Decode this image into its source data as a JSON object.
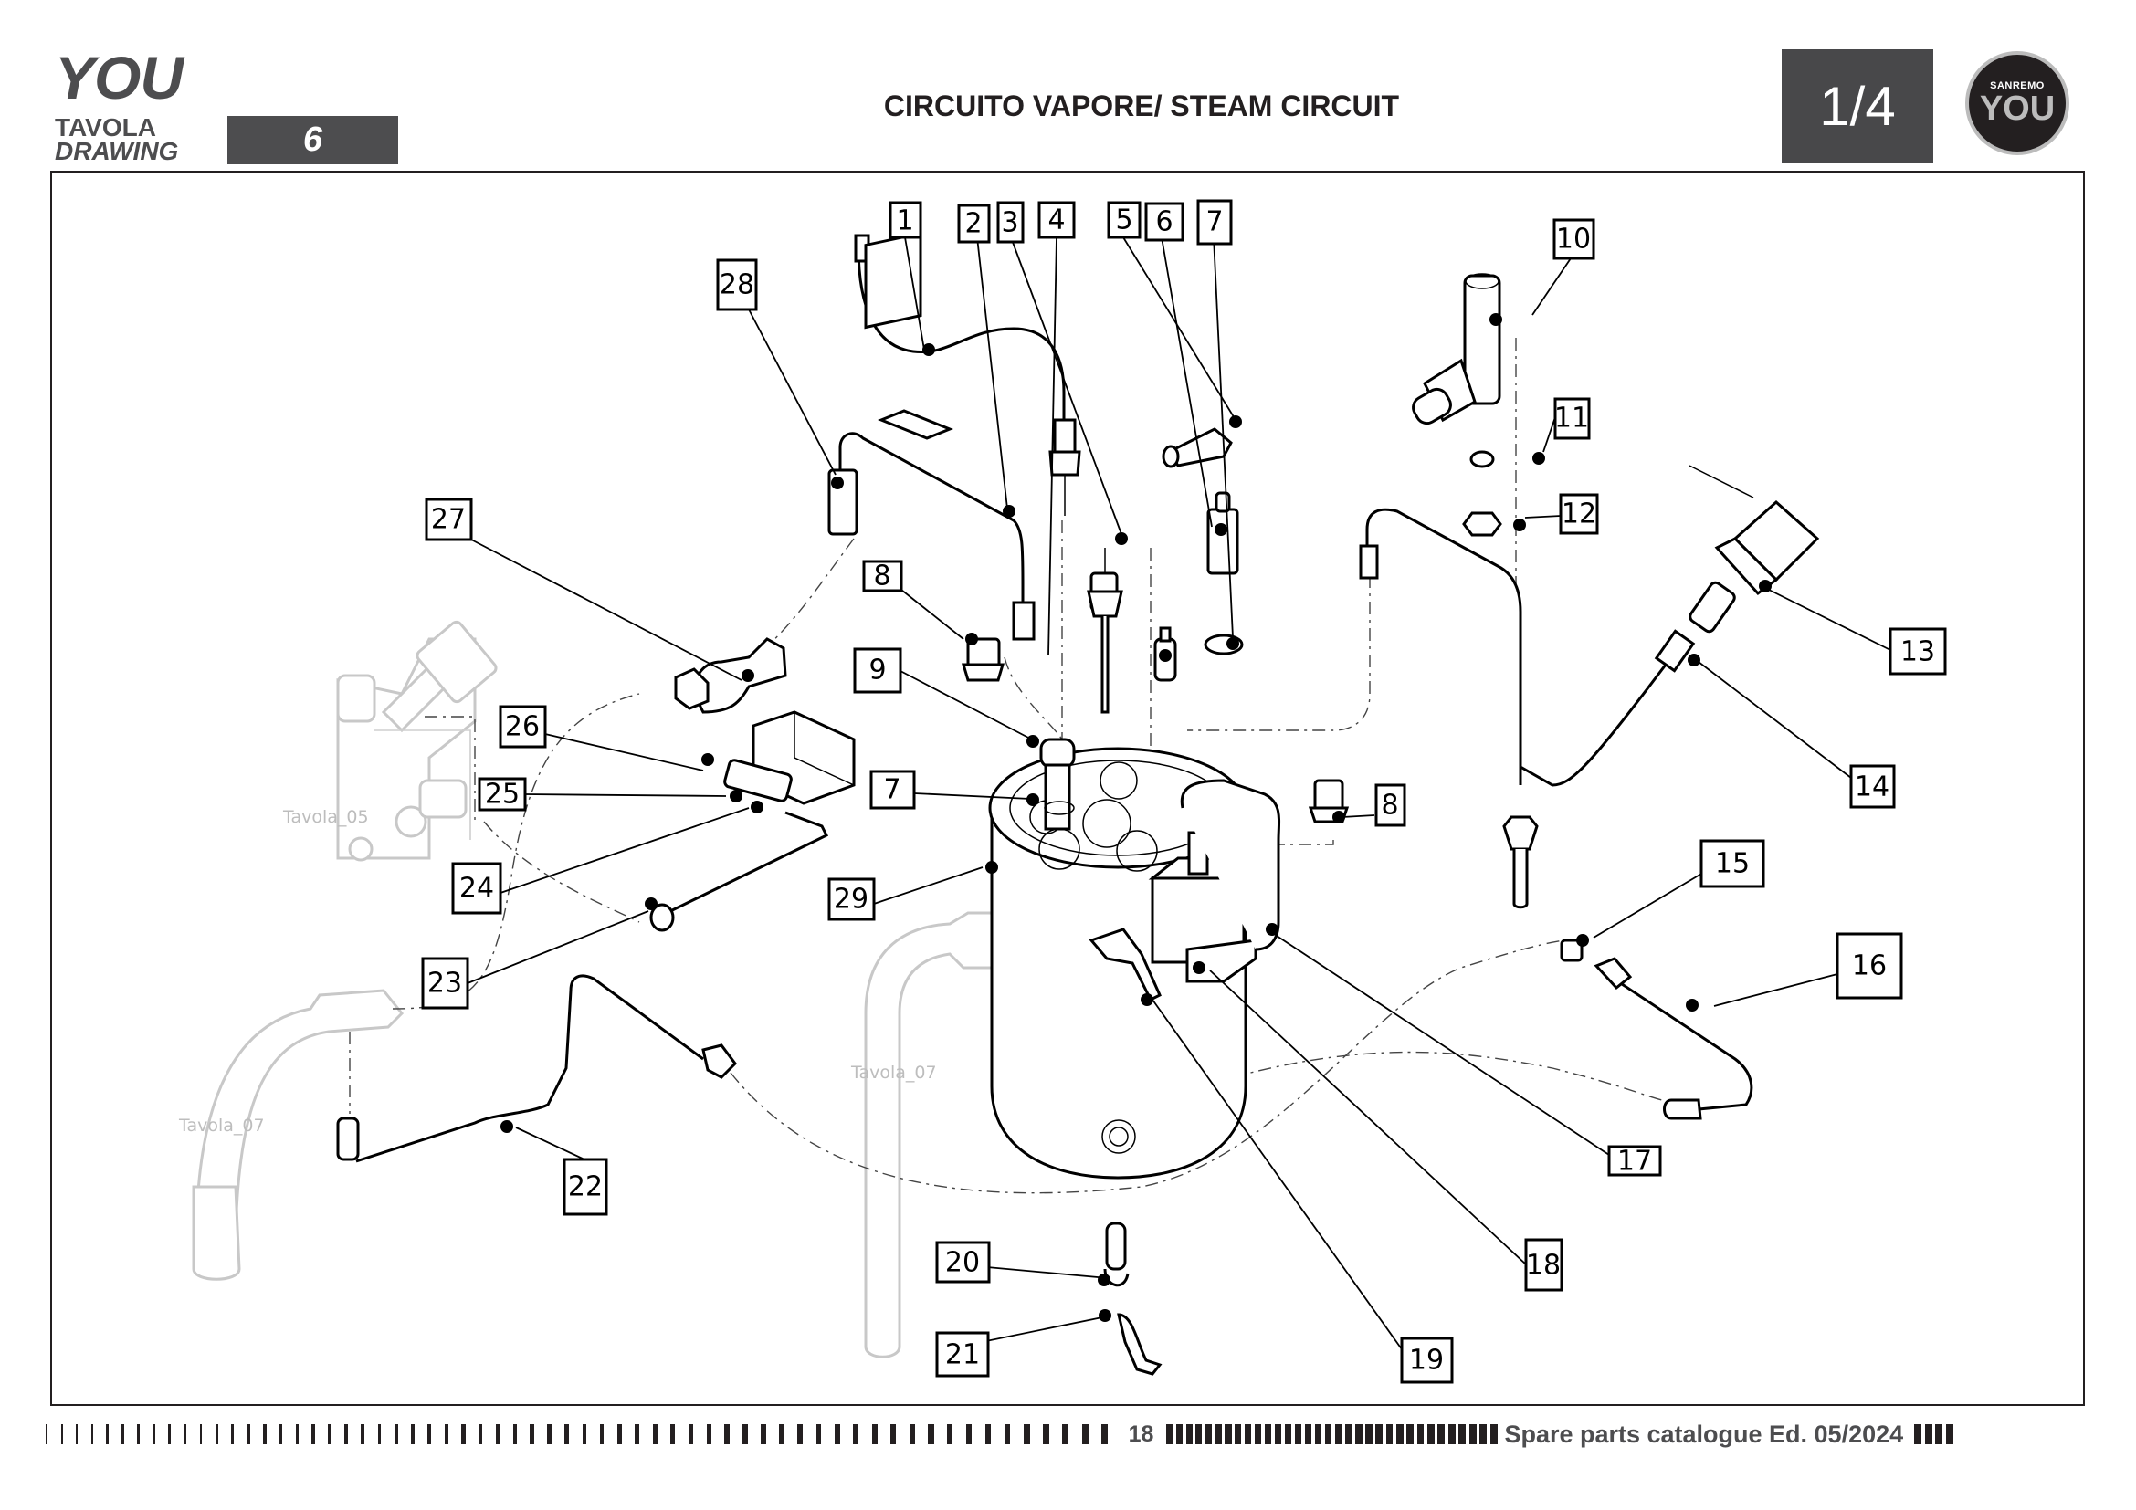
{
  "header": {
    "brand": "YOU",
    "tavola_label": "TAVOLA",
    "drawing_label": "DRAWING",
    "drawing_number": "6",
    "title": "CIRCUITO VAPORE/ STEAM CIRCUIT",
    "page_indicator": "1/4",
    "logo": {
      "top_text": "SANREMO",
      "bottom_text": "YOU",
      "background": "#231f20",
      "ring": "#bcbcbc"
    }
  },
  "drawing": {
    "callouts": [
      "1",
      "2",
      "3",
      "4",
      "5",
      "6",
      "7",
      "8",
      "9",
      "10",
      "11",
      "12",
      "13",
      "14",
      "15",
      "16",
      "17",
      "18",
      "19",
      "20",
      "21",
      "22",
      "23",
      "24",
      "25",
      "26",
      "27",
      "28",
      "29"
    ],
    "duplicate_callouts": {
      "7b": "7",
      "8b": "8"
    },
    "reference_labels": [
      "Tavola_05",
      "Tavola_07",
      "Tavola_07"
    ]
  },
  "footer": {
    "page_number": "18",
    "catalogue_text": "Spare parts catalogue Ed. 05/2024"
  },
  "colors": {
    "header_gray": "#4d4d4f",
    "page_box": "#48484a",
    "ink": "#231f20",
    "ghost": "#c8c8c8"
  }
}
